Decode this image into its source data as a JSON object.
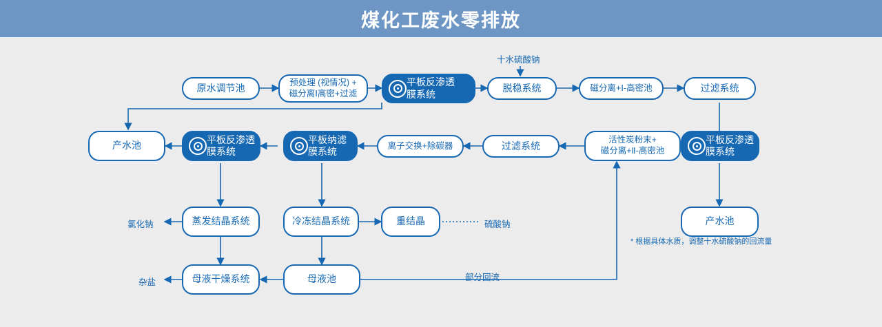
{
  "header": {
    "title": "煤化工废水零排放"
  },
  "nodes": [
    {
      "id": "n1",
      "label": "原水调节池"
    },
    {
      "id": "n2",
      "label_line1": "预处理 (视情况) +",
      "label_line2": "磁分离Ⅰ高密+过滤"
    },
    {
      "id": "n3",
      "label_line1": "平板反渗透",
      "label_line2": "膜系统"
    },
    {
      "id": "n4",
      "label": "脱稳系统"
    },
    {
      "id": "n5",
      "label": "磁分离+Ⅰ-高密池"
    },
    {
      "id": "n6",
      "label": "过滤系统"
    },
    {
      "id": "n7",
      "label_line1": "平板反渗透",
      "label_line2": "膜系统"
    },
    {
      "id": "n8",
      "label_line1": "活性炭粉末+",
      "label_line2": "磁分离+Ⅱ-高密池"
    },
    {
      "id": "n9",
      "label": "过滤系统"
    },
    {
      "id": "n10",
      "label": "离子交换+除碳器"
    },
    {
      "id": "n11",
      "label_line1": "平板纳滤",
      "label_line2": "膜系统"
    },
    {
      "id": "n12",
      "label_line1": "平板反渗透",
      "label_line2": "膜系统"
    },
    {
      "id": "n13",
      "label": "产水池"
    },
    {
      "id": "n14",
      "label": "产水池"
    },
    {
      "id": "n15",
      "label": "蒸发结晶系统"
    },
    {
      "id": "n16",
      "label": "冷冻结晶系统"
    },
    {
      "id": "n17",
      "label": "重结晶"
    },
    {
      "id": "n18",
      "label": "母液干燥系统"
    },
    {
      "id": "n19",
      "label": "母液池"
    }
  ],
  "labels": {
    "sodium_sulfate_decahydrate": "十水硫酸钠",
    "sodium_chloride": "氯化钠",
    "sodium_sulfate": "硫酸钠",
    "mixed_salt": "杂盐",
    "partial_reflux": "部分回流",
    "footnote": "* 根据具体水质，调整十水硫酸钠的回流量"
  },
  "colors": {
    "header_bg": "#6d96c4",
    "accent": "#1668b3",
    "canvas_bg": "#ececec",
    "node_fill": "#ffffff",
    "node_filled": "#1668b3"
  }
}
